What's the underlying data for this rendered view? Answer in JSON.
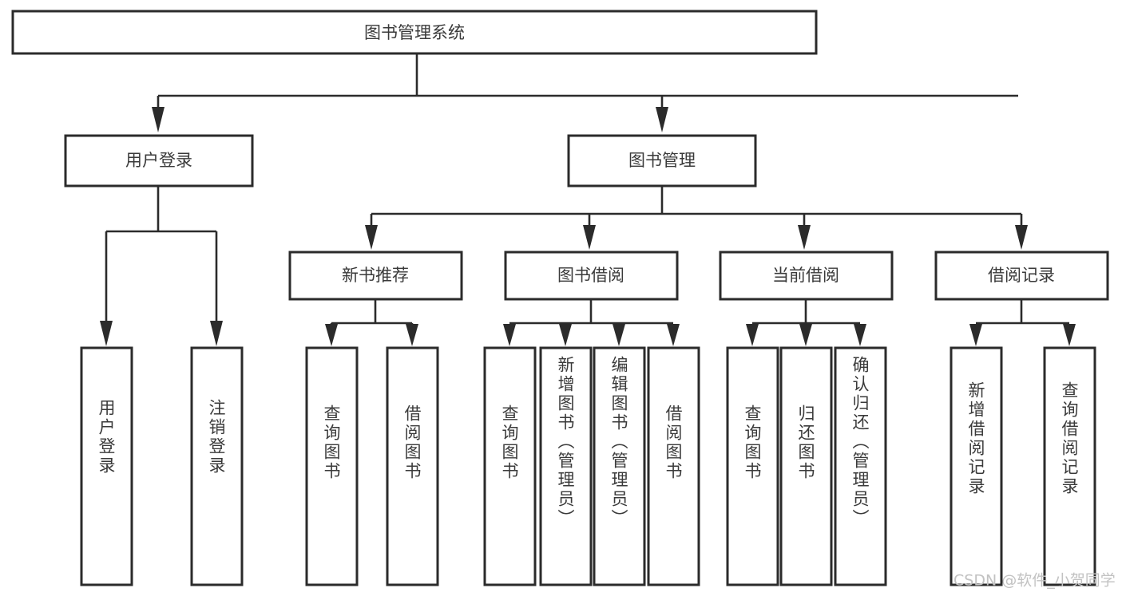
{
  "diagram": {
    "type": "hierarchy-tree",
    "title": "图书管理系统",
    "orientation": "top-down",
    "levels": 4,
    "root": {
      "label": "图书管理系统",
      "id": "root"
    },
    "level2": [
      {
        "id": "user-login",
        "label": "用户登录"
      },
      {
        "id": "book-management",
        "label": "图书管理"
      }
    ],
    "level3": [
      {
        "id": "new-book-recommend",
        "label": "新书推荐",
        "parent": "book-management"
      },
      {
        "id": "book-borrow",
        "label": "图书借阅",
        "parent": "book-management"
      },
      {
        "id": "current-borrow",
        "label": "当前借阅",
        "parent": "book-management"
      },
      {
        "id": "borrow-record",
        "label": "借阅记录",
        "parent": "book-management"
      }
    ],
    "leaves": {
      "user-login": [
        {
          "id": "leaf-user-login",
          "label": "用户登录"
        },
        {
          "id": "leaf-logout",
          "label": "注销登录"
        }
      ],
      "new-book-recommend": [
        {
          "id": "leaf-query-book-1",
          "label": "查询图书"
        },
        {
          "id": "leaf-borrow-book-1",
          "label": "借阅图书"
        }
      ],
      "book-borrow": [
        {
          "id": "leaf-query-book-2",
          "label": "查询图书"
        },
        {
          "id": "leaf-add-book",
          "label": "新增图书（管理员）"
        },
        {
          "id": "leaf-edit-book",
          "label": "编辑图书（管理员）"
        },
        {
          "id": "leaf-borrow-book-2",
          "label": "借阅图书"
        }
      ],
      "current-borrow": [
        {
          "id": "leaf-query-book-3",
          "label": "查询图书"
        },
        {
          "id": "leaf-return-book",
          "label": "归还图书"
        },
        {
          "id": "leaf-confirm-return",
          "label": "确认归还（管理员）"
        }
      ],
      "borrow-record": [
        {
          "id": "leaf-add-record",
          "label": "新增借阅记录"
        },
        {
          "id": "leaf-query-record",
          "label": "查询借阅记录"
        }
      ]
    }
  },
  "watermark": {
    "text": "CSDN @软件_小贺同学"
  },
  "colors": {
    "box_stroke": "#2b2b2b",
    "box_fill": "#ffffff",
    "text": "#3a3a3a",
    "connector": "#2b2b2b",
    "watermark": "#c2c2c2",
    "background": "#ffffff"
  }
}
